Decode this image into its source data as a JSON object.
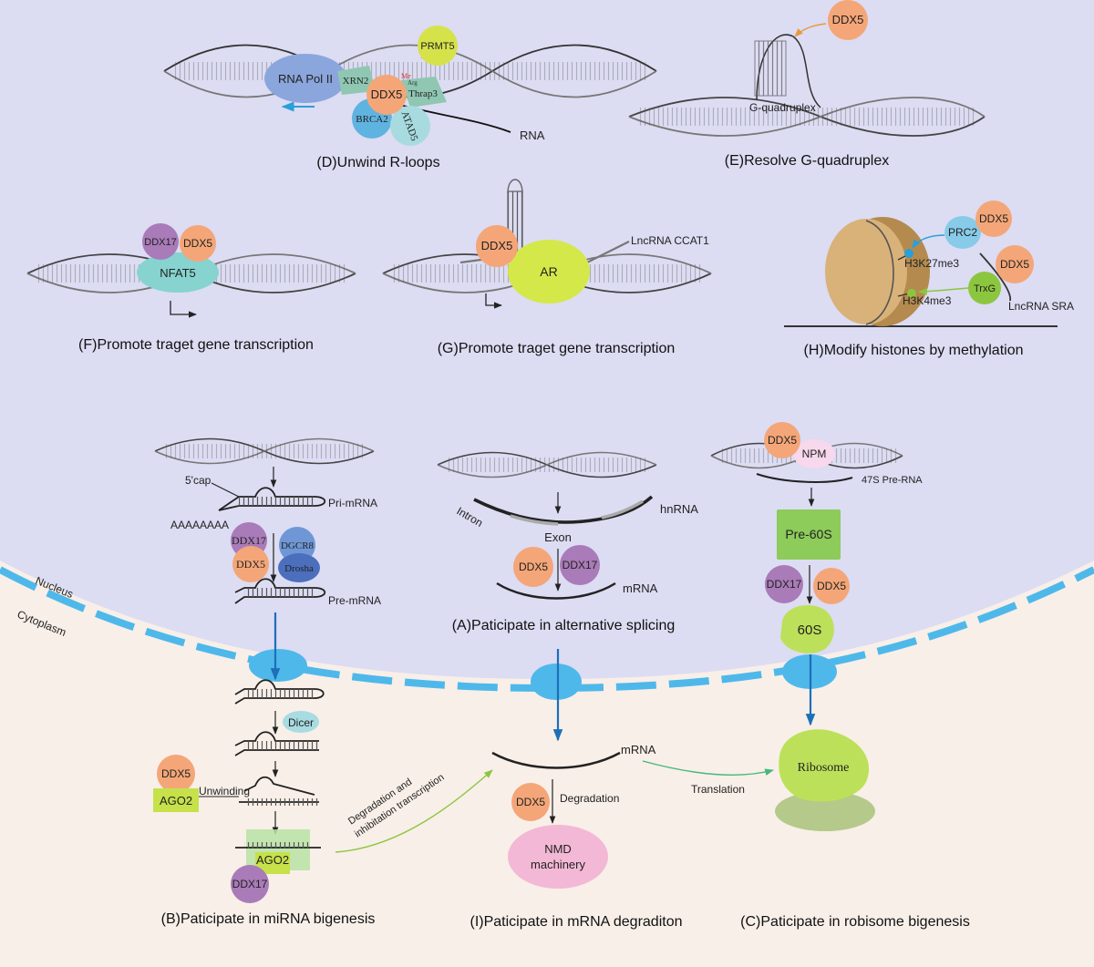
{
  "regions": {
    "nucleus": "Nucleus",
    "cytoplasm": "Cytoplasm"
  },
  "colors": {
    "nucleus_bg": "#dcdcf3",
    "cytoplasm_bg": "#f8efe8",
    "membrane": "#4fb8ea",
    "ddx5": "#f4a678",
    "ddx17": "#a97bb8",
    "green": "#b6dc4c",
    "arrow_blue": "#1d6fb8",
    "arrow_green": "#45b87a"
  },
  "panels": {
    "D": {
      "caption": "(D)Unwind R-loops",
      "labels": {
        "pol": "RNA Pol II",
        "xrn2": "XRN2",
        "ddx5": "DDX5",
        "thrap3": "Thrap3",
        "brca2": "BRCA2",
        "atad5": "ATAD5",
        "prmt5": "PRMT5",
        "me1": "Me",
        "me2": "Arg",
        "rna": "RNA"
      }
    },
    "E": {
      "caption": "(E)Resolve G-quadruplex",
      "labels": {
        "ddx5": "DDX5",
        "g4": "G-quadruplex"
      }
    },
    "F": {
      "caption": "(F)Promote traget gene transcription",
      "labels": {
        "ddx17": "DDX17",
        "ddx5": "DDX5",
        "nfat5": "NFAT5"
      }
    },
    "G": {
      "caption": "(G)Promote traget gene transcription",
      "labels": {
        "ddx5": "DDX5",
        "ar": "AR",
        "lnc": "LncRNA CCAT1"
      }
    },
    "H": {
      "caption": "(H)Modify histones by methylation",
      "labels": {
        "ddx5a": "DDX5",
        "prc2": "PRC2",
        "h3k27": "H3K27me3",
        "ddx5b": "DDX5",
        "trxg": "TrxG",
        "h3k4": "H3K4me3",
        "lnc": "LncRNA SRA"
      }
    },
    "A": {
      "caption": "(A)Paticipate in alternative splicing",
      "labels": {
        "intron": "Intron",
        "hnrna": "hnRNA",
        "exon": "Exon",
        "ddx5": "DDX5",
        "ddx17": "DDX17",
        "mrna": "mRNA"
      }
    },
    "B": {
      "caption": "(B)Paticipate in miRNA bigenesis",
      "labels": {
        "cap": "5'cap",
        "pri": "Pri-mRNA",
        "polyA": "AAAAAAAA",
        "ddx17": "DDX17",
        "dgcr8": "DGCR8",
        "ddx5": "DDX5",
        "drosha": "Drosha",
        "pre": "Pre-mRNA",
        "dicer": "Dicer",
        "ddx5b": "DDX5",
        "ago2": "AGO2",
        "unwinding": "Unwinding",
        "ago2b": "AGO2",
        "ddx17b": "DDX17",
        "degr1": "Degradation and",
        "degr2": "inhibitation transcription"
      }
    },
    "C": {
      "caption": "(C)Paticipate in robisome bigenesis",
      "labels": {
        "ddx5": "DDX5",
        "npm": "NPM",
        "pre47": "47S Pre-RNA",
        "pre60": "Pre-60S",
        "ddx17": "DDX17",
        "ddx5b": "DDX5",
        "s60": "60S",
        "ribo": "Ribosome",
        "translation": "Translation"
      }
    },
    "I": {
      "caption": "(I)Paticipate in mRNA degraditon",
      "labels": {
        "mrna": "mRNA",
        "ddx5": "DDX5",
        "degradation": "Degradation",
        "nmd1": "NMD",
        "nmd2": "machinery"
      }
    }
  }
}
